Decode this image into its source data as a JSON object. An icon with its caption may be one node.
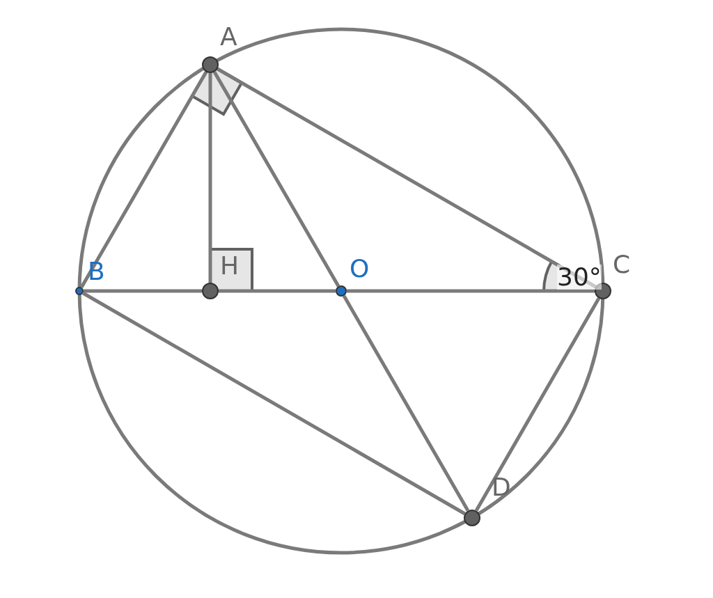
{
  "diagram": {
    "nodes": [
      {
        "text": [
          "A"
        ]
      },
      {
        "text": [
          "B"
        ]
      },
      {
        "text": [
          "H"
        ]
      },
      {
        "text": [
          "O"
        ]
      },
      {
        "text": [
          "C"
        ]
      },
      {
        "text": [
          "D"
        ]
      }
    ],
    "edges": [
      {
        "from": 0,
        "to": 1,
        "arrow": "none"
      },
      {
        "from": 0,
        "to": 4,
        "arrow": "none"
      },
      {
        "from": 0,
        "to": 2,
        "arrow": "none"
      },
      {
        "from": 0,
        "to": 3,
        "arrow": "none"
      },
      {
        "from": 3,
        "to": 5,
        "arrow": "none"
      },
      {
        "from": 1,
        "to": 2,
        "arrow": "none"
      },
      {
        "from": 2,
        "to": 3,
        "arrow": "none"
      },
      {
        "from": 3,
        "to": 4,
        "arrow": "none"
      },
      {
        "from": 1,
        "to": 5,
        "arrow": "none"
      },
      {
        "from": 4,
        "to": 5,
        "arrow": "none"
      }
    ],
    "labels": [
      "30°"
    ]
  }
}
